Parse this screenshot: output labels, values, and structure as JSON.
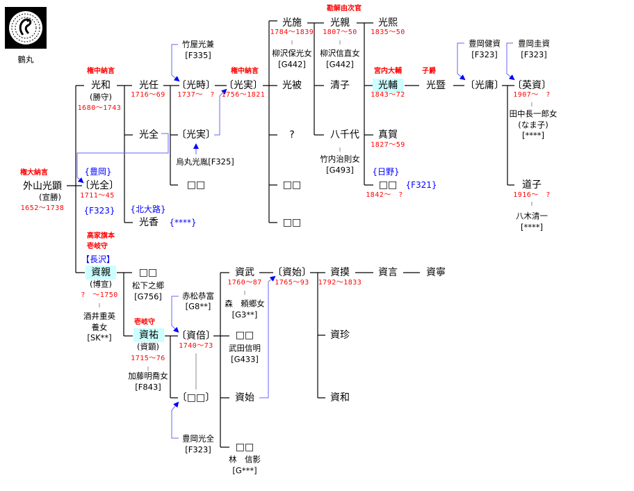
{
  "crest": {
    "label": "鶴丸"
  },
  "labels": {
    "tozama_mitsuaki_title": "権大納言",
    "tozama_mitsuaki": "外山光顕",
    "tozama_mitsuaki_alt": "(宣勝)",
    "tozama_mitsuaki_dates": "1652〜1738",
    "mitsumasa_house": "{豊岡}",
    "mitsumasa": "〔光全〕",
    "mitsumasa_dates": "1711〜45",
    "mitsumasa_code": "{F323}",
    "mitsukazu_title": "権中納言",
    "mitsukazu": "光和",
    "mitsukazu_alt": "(勝守)",
    "mitsukazu_dates": "1680〜1743",
    "mitsutou": "光任",
    "mitsutou_dates": "1716〜69",
    "mitsumasa2": "光全",
    "mitsuka_house": "{北大路}",
    "mitsuka": "光香",
    "mitsuka_code": "{****}",
    "takeya": "竹屋光兼",
    "takeya_code": "[F335]",
    "mitsutoki": "〔光時〕",
    "mitsutoki_dates": "1737〜　?",
    "mitsuzane_a": "〔光実〕",
    "karasumaru": "烏丸光胤[F325]",
    "unknown_a": "□□",
    "mitsuzane_title": "権中納言",
    "mitsuzane": "〔光実〕",
    "mitsuzane_dates": "1756〜1821",
    "mitsushi": "光施",
    "mitsushi_dates": "1784〜1839",
    "mitsushi_spouse": "柳沢保光女",
    "mitsushi_spouse_code": "[G442]",
    "mitsuhi": "光被",
    "question": "?",
    "unknown_b": "□□",
    "unknown_c": "□□",
    "mitsuchika_title": "勘解由次官",
    "mitsuchika": "光親",
    "mitsuchika_dates": "1807〜50",
    "mitsuchika_spouse": "柳沢信直女",
    "mitsuchika_spouse_code": "[G442]",
    "kiyoko": "清子",
    "yachiyo": "八千代",
    "yachiyo_spouse": "竹内治則女",
    "yachiyo_spouse_code": "[G493]",
    "mitsuhiro": "光熙",
    "mitsuhiro_dates": "1835〜50",
    "mitsusuke_title": "宮内大輔",
    "mitsusuke": "光輔",
    "mitsusuke_dates": "1843〜72",
    "shinga": "真賀",
    "shinga_dates": "1827〜59",
    "hino_house": "{日野}",
    "unknown_d": "□□",
    "unknown_d_code": "{F321}",
    "unknown_d_dates": "1842〜　?",
    "shishaku": "子爵",
    "mitsuki": "光暨",
    "toyooka_kensuke": "豊岡健資",
    "toyooka_kensuke_code": "[F323]",
    "mitsuyasu": "〔光庸〕",
    "toyooka_keisuke": "豊岡圭資",
    "toyooka_keisuke_code": "[F323]",
    "hidesuke": "〔英資〕",
    "hidesuke_dates": "1907〜　?",
    "hidesuke_spouse": "田中長一郎女",
    "hidesuke_spouse_alt": "(なま子)",
    "hidesuke_spouse_code": "[****]",
    "michiko": "道子",
    "michiko_dates": "1916〜　?",
    "michiko_spouse": "八木清一",
    "michiko_spouse_code": "[****]",
    "sukechika_title1": "高家旗本",
    "sukechika_title2": "壱岐守",
    "sukechika_house": "【長沢】",
    "sukechika": "資親",
    "sukechika_alt": "(博宣)",
    "sukechika_dates": "?　〜1750",
    "sukechika_spouse1": "酒井重英",
    "sukechika_spouse2": "養女",
    "sukechika_spouse_code": "[SK**]",
    "unknown_e": "□□",
    "unknown_e_spouse": "松下之郷",
    "unknown_e_code": "[G756]",
    "sukesachi_title": "壱岐守",
    "sukesachi": "資祐",
    "sukesachi_alt": "(資顕)",
    "sukesachi_dates": "1715〜76",
    "sukesachi_spouse": "加藤明喬女",
    "sukesachi_spouse_code": "[F843]",
    "akamatsu": "赤松恭富",
    "akamatsu_code": "[G8**]",
    "sukemasu": "〔資倍〕",
    "sukemasu_dates": "1740〜73",
    "unknown_f": "〔□□〕",
    "toyooka_mitsumasa": "豊岡光全",
    "toyooka_mitsumasa_code": "[F323]",
    "suketake": "資武",
    "suketake_dates": "1760〜87",
    "suketake_spouse": "森　頼郷女",
    "suketake_spouse_code": "[G3**]",
    "unknown_g": "□□",
    "unknown_g_spouse": "武田信明",
    "unknown_g_code": "[G433]",
    "sukemoto_a": "資始",
    "unknown_h": "□□",
    "unknown_h_spouse": "林　信影",
    "unknown_h_code": "[G***]",
    "sukemoto": "〔資始〕",
    "sukemoto_dates": "1765〜93",
    "sukenori": "資摸",
    "sukenori_dates": "1792〜1833",
    "sukeharu": "資珍",
    "sukekazu": "資和",
    "sukekoto": "資言",
    "sukeyasu": "資寧"
  }
}
